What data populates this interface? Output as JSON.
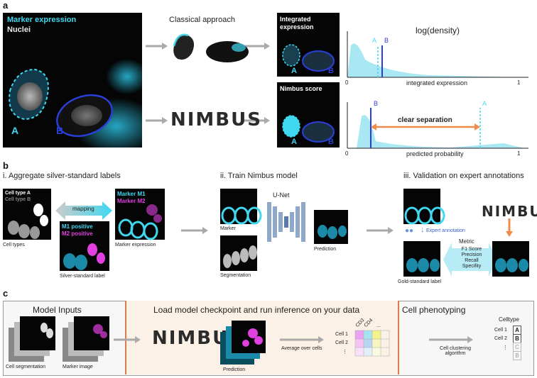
{
  "panel_a": {
    "letter": "a",
    "marker_label": "Marker expression",
    "nuclei_label": "Nuclei",
    "cell_a": "A",
    "cell_b": "B",
    "classical_label": "Classical approach",
    "nimbus_logo": "NIMBUS",
    "integrated_box_title": "Integrated expression",
    "nimbus_box_title": "Nimbus score",
    "plot_title": "log(density)",
    "plot1": {
      "x_label": "integrated expression",
      "x_min": "0",
      "x_max": "1",
      "line_a": "A",
      "line_b": "B"
    },
    "plot2": {
      "x_label": "predicted probability",
      "x_min": "0",
      "x_max": "1",
      "line_a": "A",
      "line_b": "B",
      "annotation": "clear separation"
    }
  },
  "panel_b": {
    "letter": "b",
    "step1_title": "i. Aggregate silver-standard labels",
    "cell_type_a": "Cell type A",
    "cell_type_b": "Cell type B",
    "mapping": "mapping",
    "marker_m1": "Marker M1",
    "marker_m2": "Marker M2",
    "m1_positive": "M1 positive",
    "m2_positive": "M2 positive",
    "cell_types_caption": "Cell types",
    "marker_expression_caption": "Marker expression",
    "silver_caption": "Silver-standard label",
    "step2_title": "ii. Train Nimbus model",
    "unet": "U-Net",
    "marker_caption": "Marker",
    "segmentation_caption": "Segmentation",
    "prediction_caption": "Prediction",
    "step3_title": "iii. Validation on expert annotations",
    "nimbus_logo": "NIMBUS",
    "expert_annotation": "Expert annotation",
    "metric_title": "Metric",
    "metrics": [
      "F1 Score",
      "Precision",
      "Recall",
      "Specifity"
    ],
    "gold_caption": "Gold-standard label"
  },
  "panel_c": {
    "letter": "c",
    "inputs_title": "Model Inputs",
    "seg_caption": "Cell segmentation",
    "marker_img_caption": "Marker image",
    "load_title": "Load model checkpoint and run inference on your data",
    "nimbus_logo": "NIMBUS",
    "prediction_caption": "Prediction",
    "average_label": "Average over cells",
    "matrix_cols": [
      "CD3",
      "CD4",
      "..."
    ],
    "matrix_rows": [
      "Cell 1",
      "Cell 2",
      "⋮"
    ],
    "pheno_title": "Cell phenotyping",
    "clustering_label": "Cell clustering algorithm",
    "celltype_header": "Celltype",
    "celltype_rows": [
      {
        "cell": "Cell 1",
        "type": "A"
      },
      {
        "cell": "Cell 2",
        "type": "B"
      },
      {
        "cell": "⋮",
        "type": "C"
      },
      {
        "cell": "",
        "type": "B"
      }
    ]
  },
  "colors": {
    "cyan": "#3fd8f0",
    "blue": "#2a3fd8",
    "magenta": "#e040e0",
    "orange": "#f08c4a",
    "density_fill": "#a9e7f2"
  }
}
